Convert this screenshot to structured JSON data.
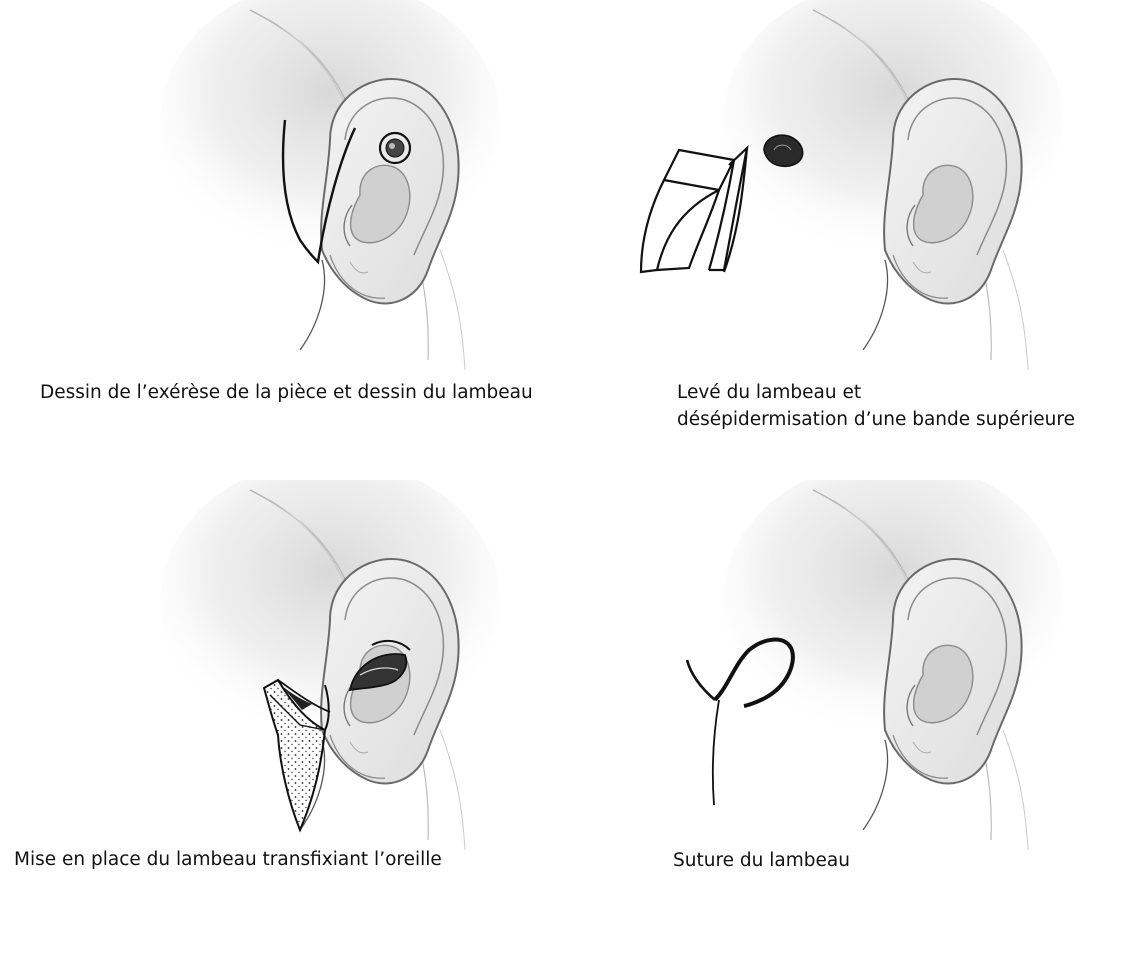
{
  "panels": [
    {
      "id": "dessin",
      "caption_lines": [
        "Dessin de l’exérèse de la pièce et dessin du lambeau"
      ]
    },
    {
      "id": "leve",
      "caption_lines": [
        "Levé du lambeau et",
        "désépidermisation d’une bande supérieure"
      ]
    },
    {
      "id": "mise-en-place",
      "caption_lines": [
        "Mise en place du lambeau transfixiant l’oreille"
      ]
    },
    {
      "id": "suture",
      "caption_lines": [
        "Suture du lambeau"
      ]
    }
  ],
  "colors": {
    "ink": "#111111",
    "shade": "#cfcfcf",
    "shade_light": "#ececec",
    "line_soft": "#9a9a9a"
  },
  "icons": [
    "ear-drawing",
    "lesion-mark",
    "flap-outline",
    "flap-transfixing",
    "suture-line"
  ]
}
